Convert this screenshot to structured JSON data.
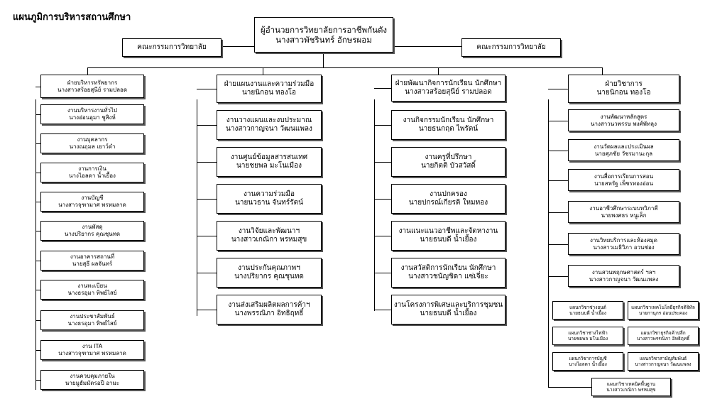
{
  "title": "แผนภูมิการบริหารสถานศึกษา",
  "director": {
    "role": "ผู้อำนวยการวิทยาลัยการอาชีพกันตัง",
    "name": "นางสาวพัชรินทร์ อักษรผอม"
  },
  "committee_left": "คณะกรรมการวิทยาลัย",
  "committee_right": "คณะกรรมการวิทยาลัย",
  "columns": [
    {
      "head": {
        "l1": "ฝ่ายบริหารทรัพยากร",
        "l2": "นางสาวสร้อยสุนีย์ รามปลอด"
      },
      "items": [
        {
          "l1": "งานบริหารงานทั่วไป",
          "l2": "นางอ่อนอุมา ชูสิงห์"
        },
        {
          "l1": "งานบุคลากร",
          "l2": "นางณฤมล เยาว์ดำ"
        },
        {
          "l1": "งานการเงิน",
          "l2": "นางไอลดา น้ำเยื้อง"
        },
        {
          "l1": "งานบัญชี",
          "l2": "นางสาวจุฑามาศ พรหมลาด"
        },
        {
          "l1": "งานพัสดุ",
          "l2": "นางปริยากร คุณชุนทด"
        },
        {
          "l1": "งานอาคารสถานที่",
          "l2": "นายสุธี ผลจันทร์"
        },
        {
          "l1": "งานทะเบียน",
          "l2": "นางธรอุมา ทิพย์ไสย์"
        },
        {
          "l1": "งานประชาสัมพันธ์",
          "l2": "นางธรอุมา ทิพย์ไสย์"
        },
        {
          "l1": "งาน ITA",
          "l2": "นางสาวจุฑามาศ พรหมลาด"
        },
        {
          "l1": "งานควบคุมภายใน",
          "l2": "นายมูฮัมมัดรอปี อามะ"
        }
      ]
    },
    {
      "head": {
        "l1": "ฝ่ายแผนงานและความร่วมมือ",
        "l2": "นายนิกอน ทองโอ"
      },
      "items": [
        {
          "l1": "งานวางแผนและงบประมาณ",
          "l2": "นางสาวกาญจนา วัฒนแพลง"
        },
        {
          "l1": "งานศูนย์ข้อมูลสารสนเทศ",
          "l2": "นายชยพล มะโนเมือง"
        },
        {
          "l1": "งานความร่วมมือ",
          "l2": "นายนวธาน จันทร์รัตน์"
        },
        {
          "l1": "งานวิจัยและพัฒนาฯ",
          "l2": "นางสาวเกณิกา พรหมสุข"
        },
        {
          "l1": "งานประกันคุณภาพฯ",
          "l2": "นางปริยากร คุณชุนทด"
        },
        {
          "l1": "งานส่งเสริมผลิตผลการค้าฯ",
          "l2": "นางพรรณิภา อิทธิฤทธิ์"
        }
      ]
    },
    {
      "head": {
        "l1": "ฝ่ายพัฒนากิจการนักเรียน นักศึกษา",
        "l2": "นางสาวสร้อยสุนีย์ รามปลอด"
      },
      "items": [
        {
          "l1": "งานกิจกรรมนักเรียน นักศึกษา",
          "l2": "นายธนกฤต ไพรัตน์"
        },
        {
          "l1": "งานครูที่ปรึกษา",
          "l2": "นายกิตติ บัวสวัสดิ์"
        },
        {
          "l1": "งานปกครอง",
          "l2": "นายปกรณ์เกียรติ ใหมทอง"
        },
        {
          "l1": "งานแนะแนวอาชีพและจัดหางาน",
          "l2": "นายธนบดี น้ำเยื้อง"
        },
        {
          "l1": "งานสวัสดิการนักเรียน นักศึกษา",
          "l2": "นางสาวชนัญชิดา แซ่เจี่ยะ"
        },
        {
          "l1": "งานโครงการพิเศษและบริการชุมชน",
          "l2": "นายธนบดี น้ำเยื้อง"
        }
      ]
    },
    {
      "head": {
        "l1": "ฝ่ายวิชาการ",
        "l2": "นายนิกอน ทองโอ"
      },
      "items": [
        {
          "l1": "งานพัฒนาหลักสูตร",
          "l2": "นางสาวนวพรรษ พงศ์พัทลุง"
        },
        {
          "l1": "งานวัดผลและประเมินผล",
          "l2": "นายศุภชัย วัชรมานะกุล"
        },
        {
          "l1": "งานสื่อการเรียนการสอน",
          "l2": "นายสหรัฐ เพ็ชรทองอ่อน"
        },
        {
          "l1": "งานอาชีวศึกษาระบบทวิภาคี",
          "l2": "นายพงศธร หนูเล็ก"
        },
        {
          "l1": "งานวิทยบริการและห้องสมุด",
          "l2": "นางสาวเมธิวิภา อวนช่อง"
        },
        {
          "l1": "งานสวนพฤกษศาสตร์ ฯลฯ",
          "l2": "นางสาวกาญจนา วัฒนแพลง"
        }
      ],
      "depts": [
        {
          "l1": "แผนกวิชาช่างยนต์",
          "l2": "นายธนบดี น้ำเยื้อง"
        },
        {
          "l1": "แผนกวิชาเทคโนโลยีธุรกิจดิจิทัล",
          "l2": "นายกานุกร อ่อนประคอง"
        },
        {
          "l1": "แผนกวิชาช่างไฟฟ้า",
          "l2": "นายชยพล มโนเมือง"
        },
        {
          "l1": "แผนกวิชาธุรกิจค้าปลีก",
          "l2": "นางสาวพรรณิภา อิทธิฤทธิ์"
        },
        {
          "l1": "แผนกวิชาการบัญชี",
          "l2": "นางไอลดา น้ำเยื้อง"
        },
        {
          "l1": "แผนกวิชาสามัญสัมพันธ์",
          "l2": "นางสาวกาญจนา วัฒนแพลง"
        },
        {
          "l1": "แผนกวิชาเทคนิคพื้นฐาน",
          "l2": "นางสาวเกณิกา พรหมสุข"
        }
      ]
    }
  ]
}
